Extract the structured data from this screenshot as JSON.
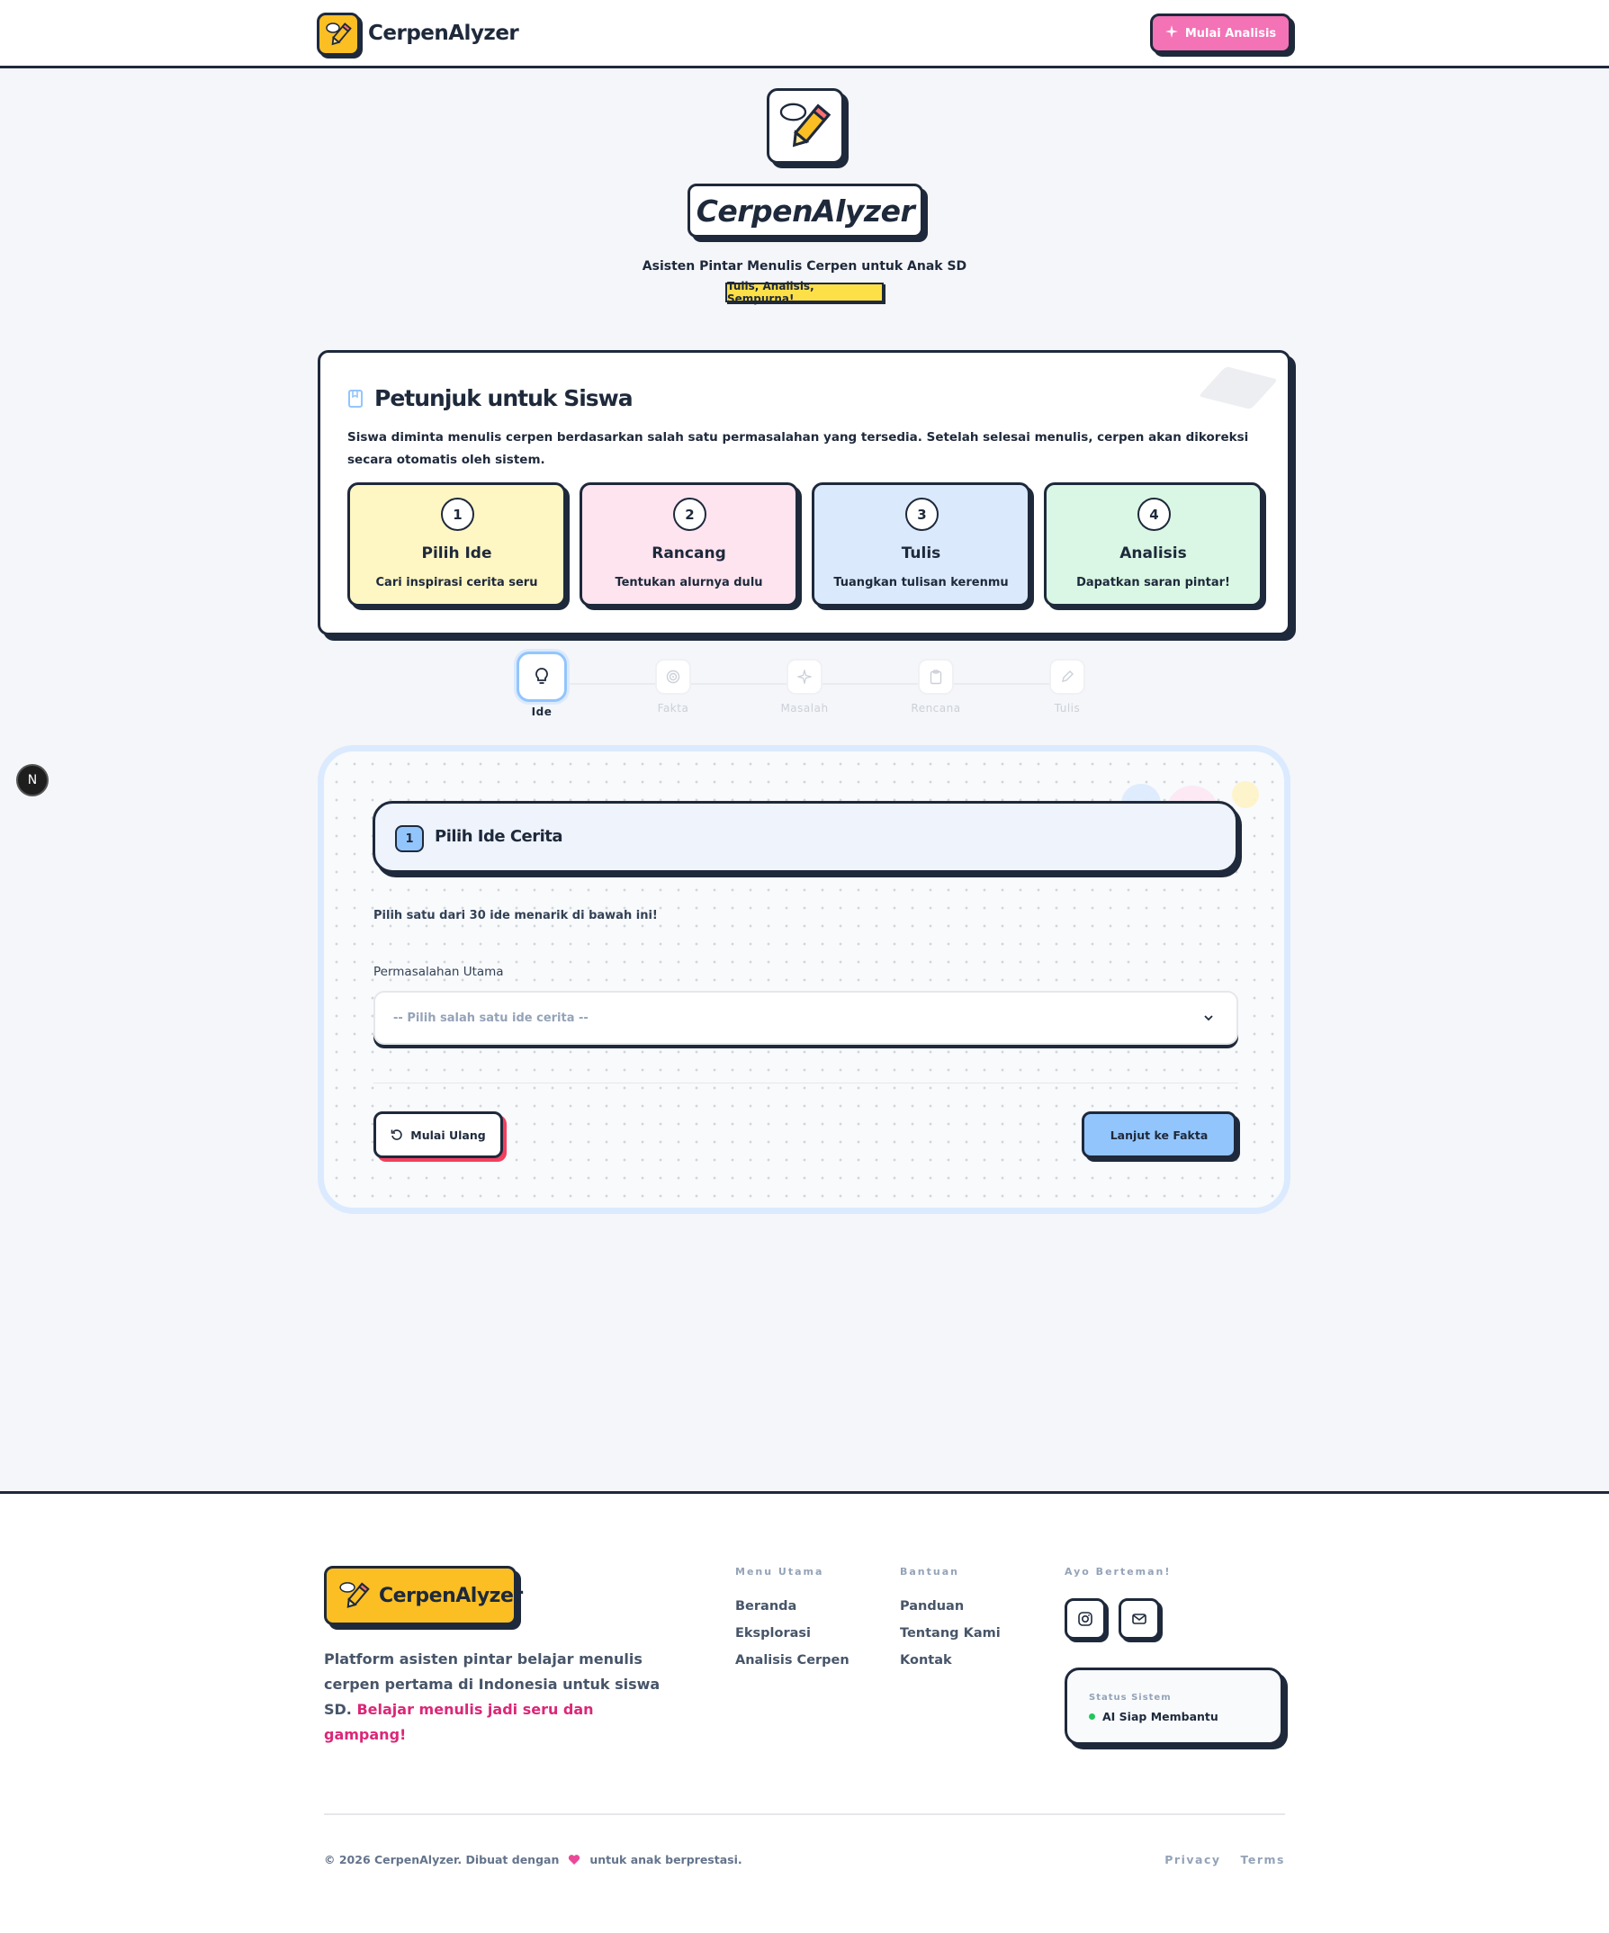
{
  "header": {
    "brand": "CerpenAlyzer",
    "cta_label": "Mulai Analisis"
  },
  "hero": {
    "title": "CerpenAlyzer",
    "subtitle": "Asisten Pintar Menulis Cerpen untuk Anak SD",
    "tagline": "Tulis, Analisis, Sempurna!"
  },
  "instructions": {
    "title": "Petunjuk untuk Siswa",
    "description": "Siswa diminta menulis cerpen berdasarkan salah satu permasalahan yang tersedia. Setelah selesai menulis, cerpen akan dikoreksi secara otomatis oleh sistem.",
    "steps": [
      {
        "num": "1",
        "name": "Pilih Ide",
        "desc": "Cari inspirasi cerita seru",
        "color": "#fef6c3"
      },
      {
        "num": "2",
        "name": "Rancang",
        "desc": "Tentukan alurnya dulu",
        "color": "#fde4ef"
      },
      {
        "num": "3",
        "name": "Tulis",
        "desc": "Tuangkan tulisan kerenmu",
        "color": "#dbe9fd"
      },
      {
        "num": "4",
        "name": "Analisis",
        "desc": "Dapatkan saran pintar!",
        "color": "#d9f7e4"
      }
    ]
  },
  "stepper": {
    "items": [
      {
        "label": "Ide",
        "icon": "lightbulb-icon",
        "active": true
      },
      {
        "label": "Fakta",
        "icon": "target-icon",
        "active": false
      },
      {
        "label": "Masalah",
        "icon": "sparkle-icon",
        "active": false
      },
      {
        "label": "Rencana",
        "icon": "clipboard-icon",
        "active": false
      },
      {
        "label": "Tulis",
        "icon": "pen-icon",
        "active": false
      }
    ]
  },
  "form": {
    "step_num": "1",
    "title": "Pilih Ide Cerita",
    "hint": "Pilih satu dari 30 ide menarik di bawah ini!",
    "field_label": "Permasalahan Utama",
    "select_placeholder": "-- Pilih salah satu ide cerita --",
    "reset_label": "Mulai Ulang",
    "next_label": "Lanjut ke Fakta"
  },
  "dev_badge": "N",
  "footer": {
    "brand": "CerpenAlyzer",
    "desc_plain": "Platform asisten pintar belajar menulis cerpen pertama di Indonesia untuk siswa SD.",
    "desc_highlight": "Belajar menulis jadi seru dan gampang!",
    "menu_title": "Menu Utama",
    "menu_links": [
      "Beranda",
      "Eksplorasi",
      "Analisis Cerpen"
    ],
    "help_title": "Bantuan",
    "help_links": [
      "Panduan",
      "Tentang Kami",
      "Kontak"
    ],
    "social_title": "Ayo Berteman!",
    "status_label": "Status Sistem",
    "status_value": "AI Siap Membantu",
    "copyright_pre": "© 2026 CerpenAlyzer. Dibuat dengan",
    "copyright_post": "untuk anak berprestasi.",
    "legal_links": [
      "Privacy",
      "Terms"
    ]
  },
  "colors": {
    "accent_pink": "#f472b6",
    "accent_yellow": "#fbbf24",
    "accent_blue": "#93c5fd",
    "ink": "#1e293b"
  }
}
